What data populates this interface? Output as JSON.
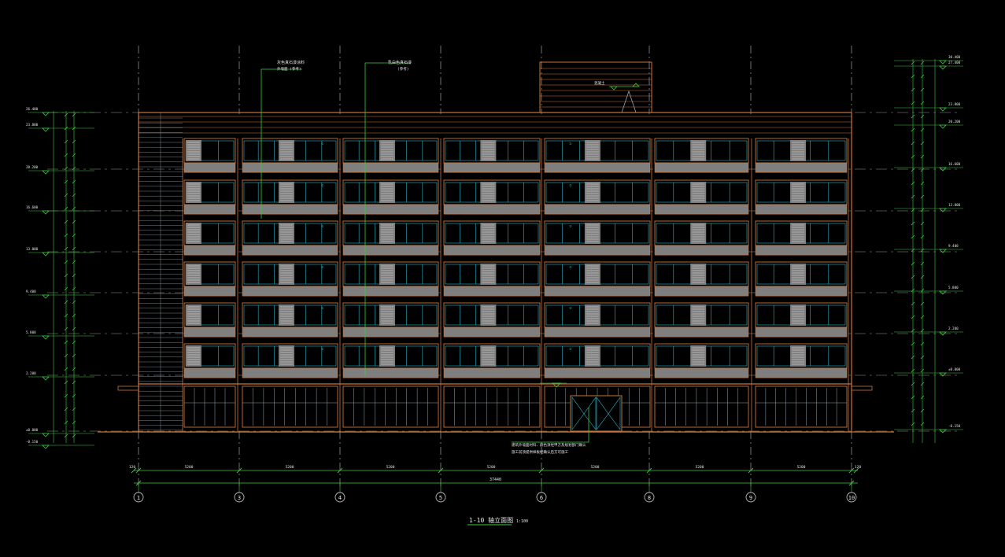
{
  "drawing": {
    "title": "1-10 轴立面图",
    "scale": "1:100",
    "total_dimension": "37440",
    "colors": {
      "background": "#000000",
      "facade_line": "#c8753a",
      "panel_fill": "#7f7f7f",
      "window_blue": "#2bb6c8",
      "glass_line": "#9aa7b0",
      "dim_green": "#3ec83e",
      "grid_grey": "#bdbdbd",
      "white_text": "#e6e6e6"
    }
  },
  "axes": [
    {
      "label": "1"
    },
    {
      "label": "3"
    },
    {
      "label": "4"
    },
    {
      "label": "5"
    },
    {
      "label": "6"
    },
    {
      "label": "8"
    },
    {
      "label": "9"
    },
    {
      "label": "10"
    }
  ],
  "bay_dimensions": [
    "120",
    "5200",
    "5200",
    "5200",
    "5200",
    "5200",
    "5200",
    "5200",
    "120"
  ],
  "left_levels": [
    "26.400",
    "23.800",
    "20.200",
    "16.600",
    "13.000",
    "9.400",
    "5.800",
    "2.200",
    "±0.000",
    "-0.150"
  ],
  "right_levels": [
    "30.400",
    "27.400",
    "23.800",
    "20.200",
    "16.600",
    "13.000",
    "9.400",
    "5.800",
    "2.200",
    "±0.000",
    "-0.150"
  ],
  "annotations": {
    "top_left_callout": "灰色真石漆涂料",
    "top_left_callout_sub": "外墙面 (参考)",
    "top_mid_callout": "乳白色真石漆",
    "top_mid_callout_sub": "(参考)",
    "roof_callout": "混凝土",
    "ground_note_1": "建筑外墙面材料、颜色须经甲方及规划部门确认",
    "ground_note_2": "施工前须提供样板经确认后方可施工"
  }
}
